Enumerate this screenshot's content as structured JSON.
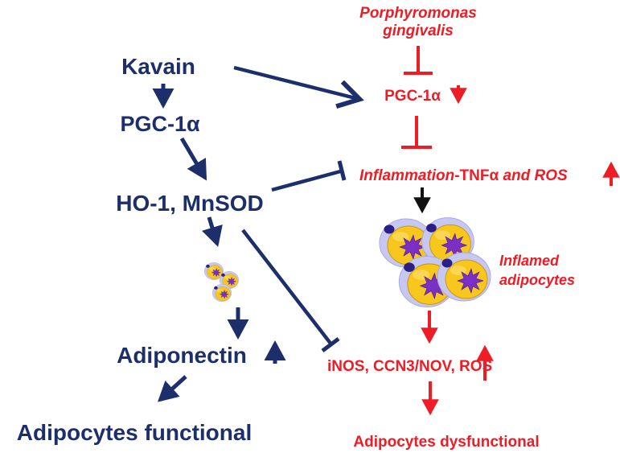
{
  "left_pathway": {
    "kavain": "Kavain",
    "pgc1a": "PGC-1α",
    "ho1_mnsod": "HO-1, MnSOD",
    "adiponectin": "Adiponectin",
    "outcome": "Adipocytes functional"
  },
  "right_pathway": {
    "pathogen_line1": "Porphyromonas",
    "pathogen_line2": "gingivalis",
    "pgc1a": "PGC-1α",
    "inflammation_italic": "Inflammation",
    "inflammation_mid": "-TNFα",
    "inflammation_tail": " and ROS",
    "inflamed_line1": "Inflamed",
    "inflamed_line2": "adipocytes",
    "markers_a": "iNOS, CCN3/NOV",
    "markers_b": ", ROS",
    "outcome": "Adipocytes dysfunctional"
  },
  "colors": {
    "pathway_blue": "#1c2f6b",
    "pathology_red": "#ee1c25",
    "cell_yellow": "#f7c71e",
    "cell_membrane": "#c7c8f2",
    "nucleus": "#2b1f86",
    "droplet": "#7b2fc4"
  },
  "icons": [
    "up-arrow-icon",
    "down-arrow-icon",
    "inhibition-bar-icon",
    "adipocyte-icon"
  ]
}
